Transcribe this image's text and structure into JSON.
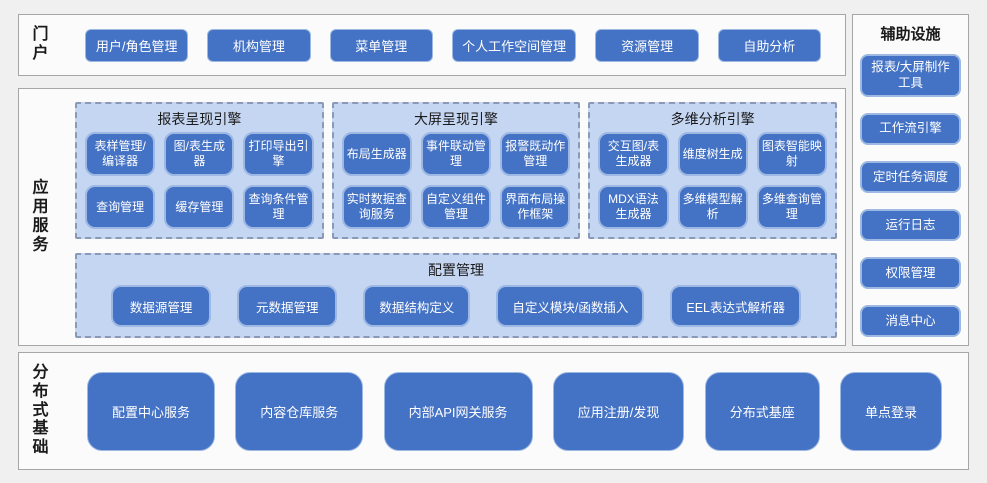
{
  "colors": {
    "page-bg": "#f0f0f1",
    "section-bg": "#fbfbfb",
    "section-border": "#a6a6a6",
    "button-blue": "#4472c4",
    "button-border-dark": "#3b66ab",
    "button-border-light": "#9db8e3",
    "panel-bg": "#c5d6f3",
    "panel-border": "#8a99b5",
    "button-text": "#ffffff",
    "label-text": "#1a1a1a"
  },
  "portal": {
    "label": "门户",
    "items": [
      "用户/角色管理",
      "机构管理",
      "菜单管理",
      "个人工作空间管理",
      "资源管理",
      "自助分析"
    ]
  },
  "app_services": {
    "label": "应用服务",
    "engines": [
      {
        "title": "报表呈现引擎",
        "items": [
          "表样管理/编译器",
          "图/表生成器",
          "打印导出引擎",
          "查询管理",
          "缓存管理",
          "查询条件管理"
        ]
      },
      {
        "title": "大屏呈现引擎",
        "items": [
          "布局生成器",
          "事件联动管理",
          "报警既动作管理",
          "实时数据查询服务",
          "自定义组件管理",
          "界面布局操作框架"
        ]
      },
      {
        "title": "多维分析引擎",
        "items": [
          "交互图/表生成器",
          "维度树生成",
          "图表智能映射",
          "MDX语法生成器",
          "多维模型解析",
          "多维查询管理"
        ]
      }
    ],
    "config": {
      "title": "配置管理",
      "items": [
        "数据源管理",
        "元数据管理",
        "数据结构定义",
        "自定义模块/函数插入",
        "EEL表达式解析器"
      ]
    }
  },
  "auxiliary": {
    "title": "辅助设施",
    "items": [
      "报表/大屏制作工具",
      "工作流引擎",
      "定时任务调度",
      "运行日志",
      "权限管理",
      "消息中心"
    ]
  },
  "distributed": {
    "label": "分布式基础",
    "items": [
      "配置中心服务",
      "内容仓库服务",
      "内部API网关服务",
      "应用注册/发现",
      "分布式基座",
      "单点登录"
    ]
  }
}
